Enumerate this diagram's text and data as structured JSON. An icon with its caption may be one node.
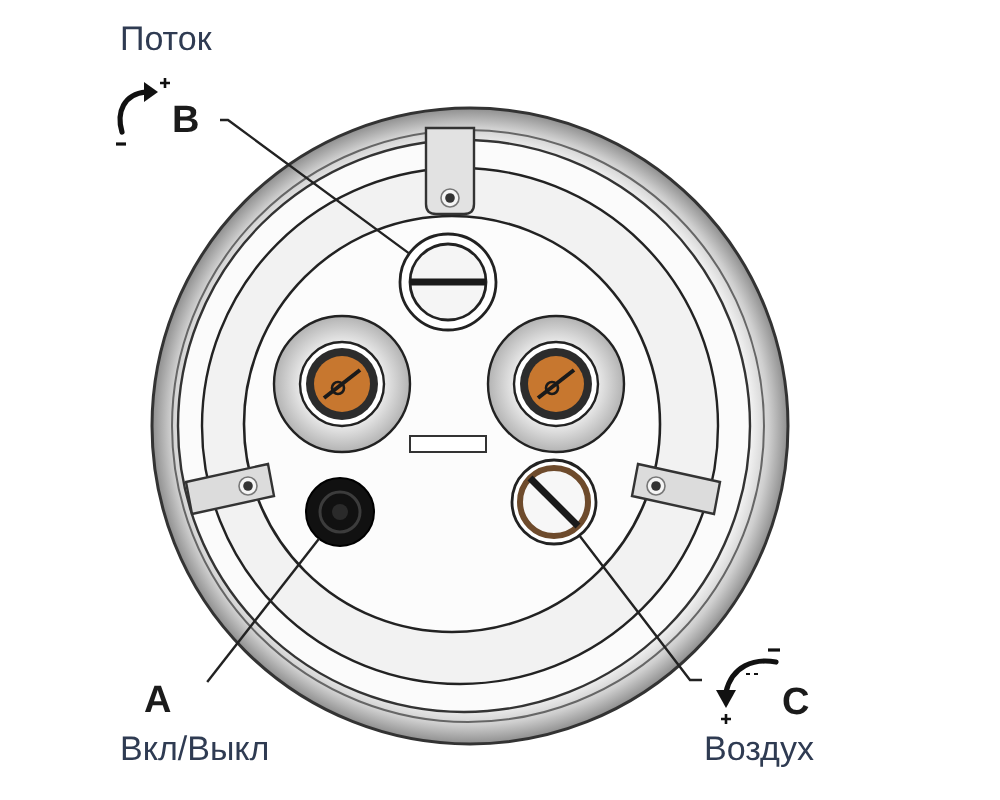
{
  "diagram": {
    "nodes": [
      {
        "text": [
          "Поток",
          "B"
        ]
      },
      {
        "text": [],
        "shape": "circle"
      },
      {
        "text": [],
        "shape": "circle"
      },
      {
        "text": [],
        "shape": "circle"
      },
      {
        "text": [
          "A",
          "Вкл/Выкл"
        ]
      },
      {
        "text": [
          "C",
          "Воздух"
        ]
      }
    ],
    "edges": [
      {
        "from": 0,
        "to": 1,
        "arrow": "none"
      },
      {
        "from": 4,
        "to": 2,
        "arrow": "none"
      },
      {
        "from": 5,
        "to": 3,
        "arrow": "none"
      }
    ]
  }
}
